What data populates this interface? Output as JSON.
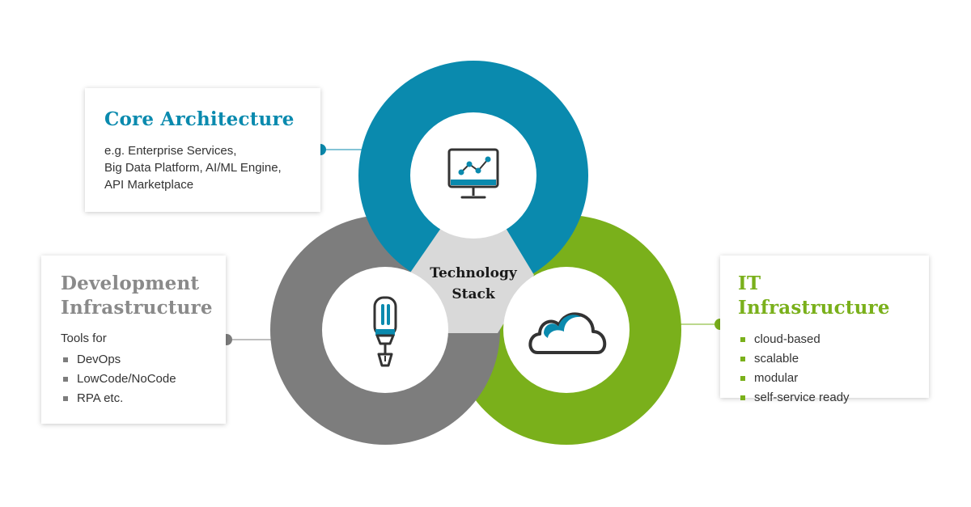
{
  "colors": {
    "blue": "#0a8aae",
    "gray": "#7d7d7d",
    "green": "#7ab01b",
    "center": "#d9d9d9",
    "dark": "#333333"
  },
  "center_label": {
    "line1": "Technology",
    "line2": "Stack"
  },
  "core": {
    "title": "Core Architecture",
    "lines": [
      "e.g. Enterprise Services,",
      "Big Data Platform, AI/ML Engine,",
      "API Marketplace"
    ],
    "icon": "monitor-chart-icon"
  },
  "dev": {
    "title_line1": "Development",
    "title_line2": "Infrastructure",
    "intro": "Tools for",
    "items": [
      "DevOps",
      "LowCode/NoCode",
      "RPA etc."
    ],
    "icon": "screwdriver-icon"
  },
  "it": {
    "title": "IT Infrastructure",
    "items": [
      "cloud-based",
      "scalable",
      "modular",
      "self-service ready"
    ],
    "icon": "cloud-icon"
  }
}
